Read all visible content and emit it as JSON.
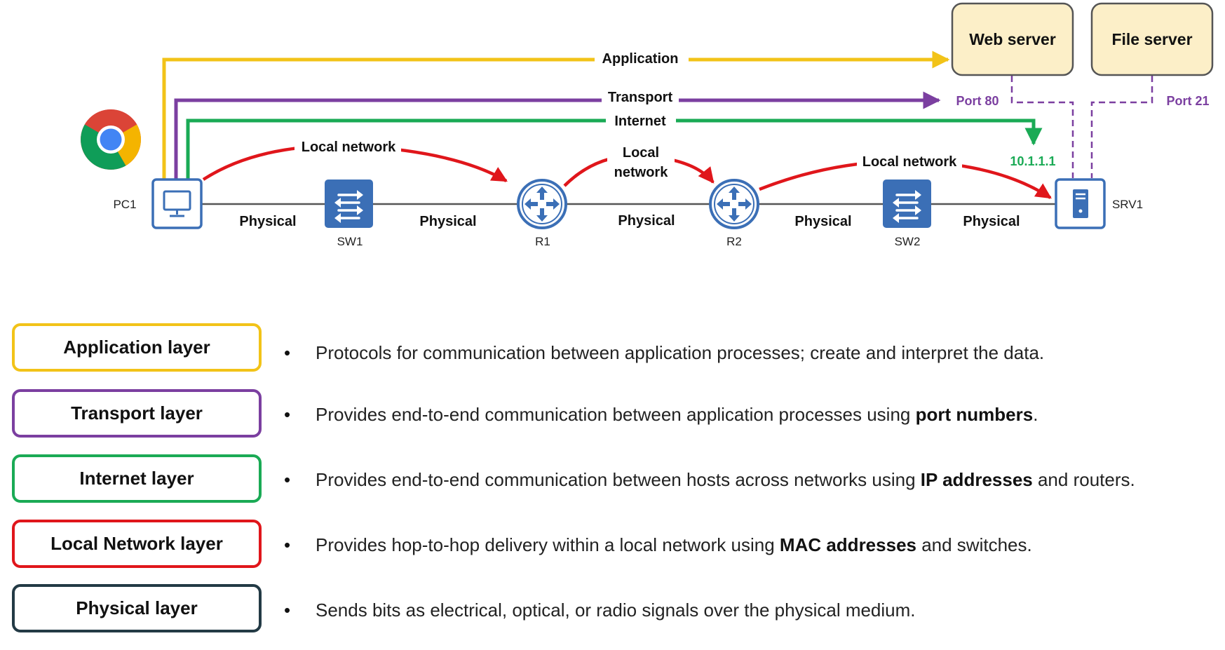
{
  "colors": {
    "application": "#f2c318",
    "transport": "#7b3fa0",
    "internet": "#1aaa55",
    "local_network": "#e0161b",
    "physical": "#233a45",
    "device_blue": "#3b6fb6",
    "server_fill": "#fcefc8"
  },
  "diagram": {
    "arrows": {
      "application": "Application",
      "transport": "Transport",
      "internet": "Internet",
      "local_1": "Local network",
      "local_2_line1": "Local",
      "local_2_line2": "network",
      "local_3": "Local network"
    },
    "links": [
      "Physical",
      "Physical",
      "Physical",
      "Physical",
      "Physical"
    ],
    "nodes": {
      "pc1": "PC1",
      "sw1": "SW1",
      "r1": "R1",
      "r2": "R2",
      "sw2": "SW2",
      "srv1": "SRV1"
    },
    "servers": {
      "web": "Web server",
      "file": "File server"
    },
    "ports": {
      "web": "Port 80",
      "file": "Port 21"
    },
    "ip": "10.1.1.1",
    "icons": {
      "browser": "chrome-browser-icon",
      "pc": "pc-icon",
      "switch": "switch-icon",
      "router": "router-icon",
      "server": "server-icon"
    }
  },
  "layers": [
    {
      "name": "Application layer",
      "color_key": "application",
      "desc": [
        {
          "text": "Protocols for communication between application processes; create and interpret the data.",
          "bold": false
        }
      ]
    },
    {
      "name": "Transport layer",
      "color_key": "transport",
      "desc": [
        {
          "text": "Provides end-to-end communication between application processes using ",
          "bold": false
        },
        {
          "text": "port numbers",
          "bold": true
        },
        {
          "text": ".",
          "bold": false
        }
      ]
    },
    {
      "name": "Internet layer",
      "color_key": "internet",
      "desc": [
        {
          "text": "Provides end-to-end communication between hosts across networks using ",
          "bold": false
        },
        {
          "text": "IP addresses",
          "bold": true
        },
        {
          "text": " and routers.",
          "bold": false
        }
      ]
    },
    {
      "name": "Local Network layer",
      "color_key": "local_network",
      "desc": [
        {
          "text": "Provides hop-to-hop delivery within a local network using ",
          "bold": false
        },
        {
          "text": "MAC addresses",
          "bold": true
        },
        {
          "text": " and switches.",
          "bold": false
        }
      ]
    },
    {
      "name": "Physical layer",
      "color_key": "physical",
      "desc": [
        {
          "text": "Sends bits as electrical, optical, or radio signals over the physical medium.",
          "bold": false
        }
      ]
    }
  ]
}
